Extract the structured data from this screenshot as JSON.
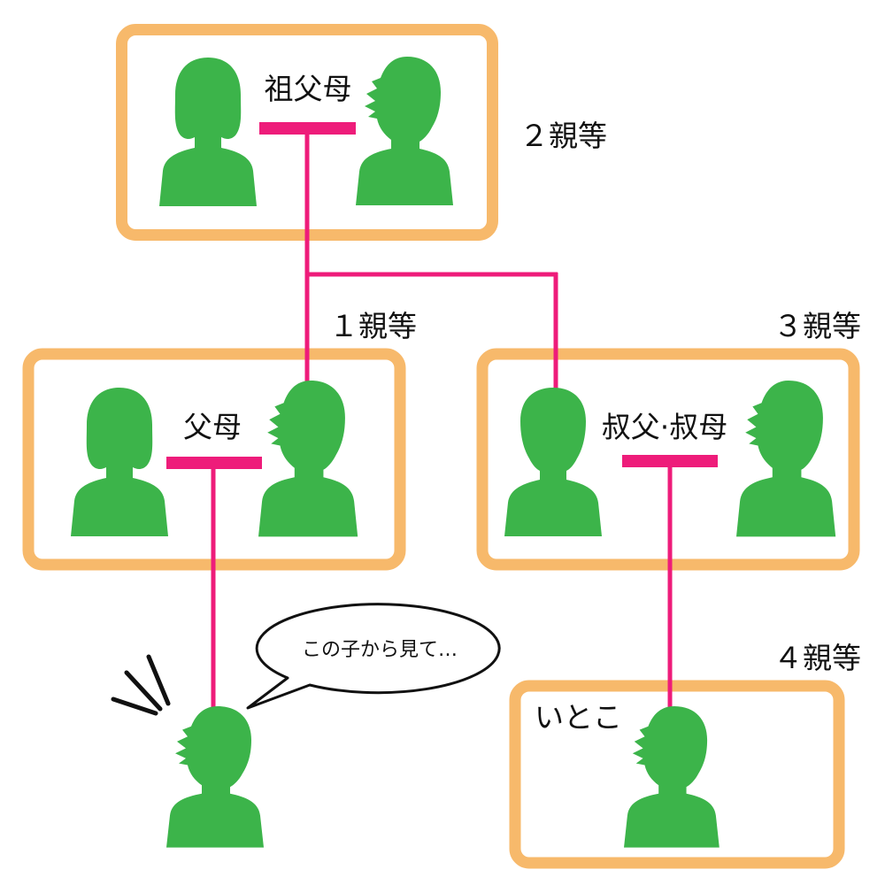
{
  "labels": {
    "grandparents": "祖父母",
    "parents": "父母",
    "uncle_aunt": "叔父·叔母",
    "cousin": "いとこ",
    "speech": "この子から見て…"
  },
  "degrees": {
    "first": "１親等",
    "second": "２親等",
    "third": "３親等",
    "fourth": "４親等"
  },
  "colors": {
    "box_border": "#F7B96B",
    "person": "#3CB44A",
    "kinship_line": "#EE1C7A"
  }
}
